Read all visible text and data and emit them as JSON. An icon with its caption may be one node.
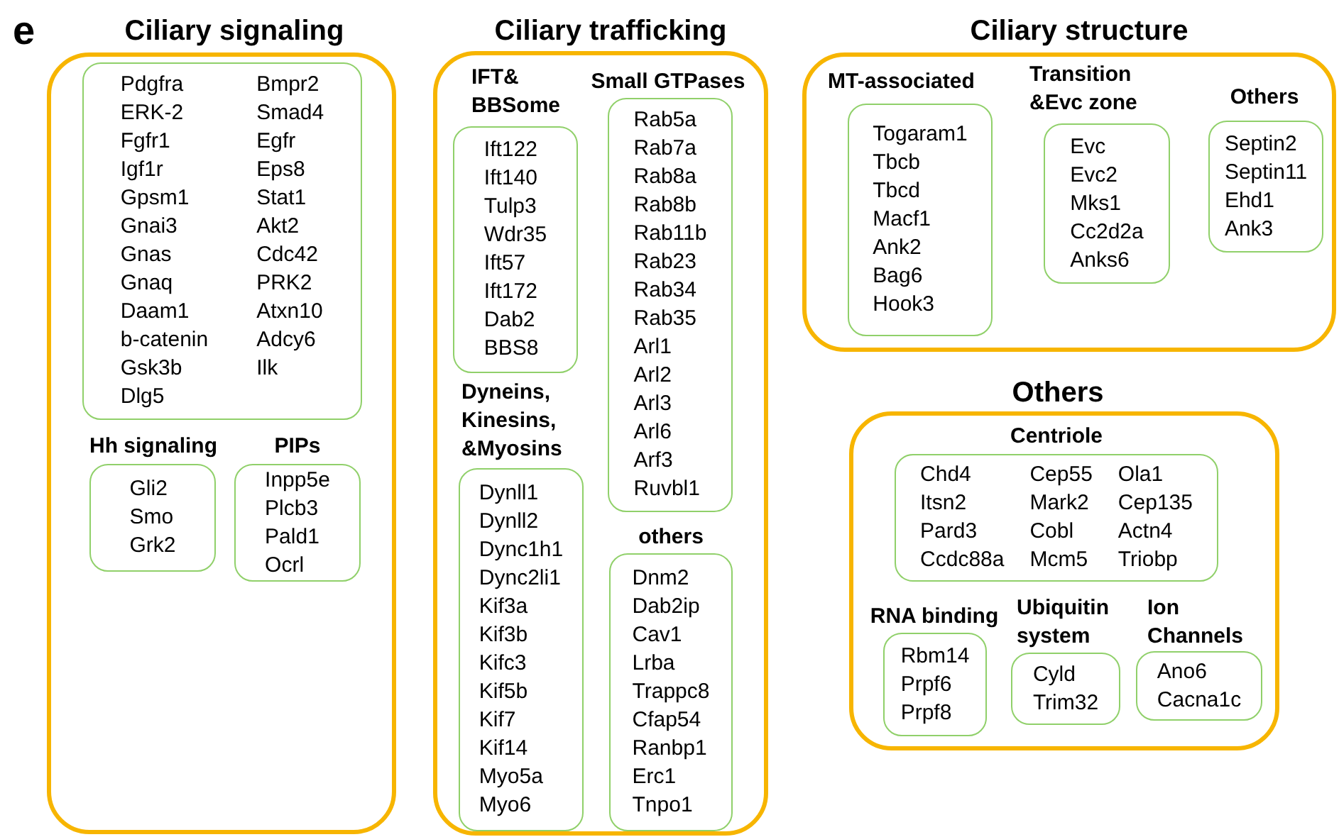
{
  "diagram": {
    "nodes": [
      {
        "text": [
          "Ciliary signaling"
        ]
      },
      {
        "text": [
          "Pdgfra",
          "ERK-2",
          "Fgfr1",
          "Igf1r",
          "Gpsm1",
          "Gnai3",
          "Gnas",
          "Gnaq",
          "Daam1",
          "b-catenin",
          "Gsk3b",
          "Dlg5",
          "Bmpr2",
          "Smad4",
          "Egfr",
          "Eps8",
          "Stat1",
          "Akt2",
          "Cdc42",
          "PRK2",
          "Atxn10",
          "Adcy6",
          "Ilk"
        ],
        "in": 0
      },
      {
        "text": [
          "Hh signaling",
          "Gli2",
          "Smo",
          "Grk2"
        ],
        "in": 0
      },
      {
        "text": [
          "PIPs",
          "Inpp5e",
          "Plcb3",
          "Pald1",
          "Ocrl"
        ],
        "in": 0
      },
      {
        "text": [
          "Ciliary trafficking"
        ]
      },
      {
        "text": [
          "IFT& BBSome",
          "Ift122",
          "Ift140",
          "Tulp3",
          "Wdr35",
          "Ift57",
          "Ift172",
          "Dab2",
          "BBS8"
        ],
        "in": 4
      },
      {
        "text": [
          "Small GTPases",
          "Rab5a",
          "Rab7a",
          "Rab8a",
          "Rab8b",
          "Rab11b",
          "Rab23",
          "Rab34",
          "Rab35",
          "Arl1",
          "Arl2",
          "Arl3",
          "Arl6",
          "Arf3",
          "Ruvbl1"
        ],
        "in": 4
      },
      {
        "text": [
          "Dyneins, Kinesins, &Myosins",
          "Dynll1",
          "Dynll2",
          "Dync1h1",
          "Dync2li1",
          "Kif3a",
          "Kif3b",
          "Kifc3",
          "Kif5b",
          "Kif7",
          "Kif14",
          "Myo5a",
          "Myo6"
        ],
        "in": 4
      },
      {
        "text": [
          "others",
          "Dnm2",
          "Dab2ip",
          "Cav1",
          "Lrba",
          "Trappc8",
          "Cfap54",
          "Ranbp1",
          "Erc1",
          "Tnpo1"
        ],
        "in": 4
      },
      {
        "text": [
          "Ciliary structure"
        ]
      },
      {
        "text": [
          "MT-associated",
          "Togaram1",
          "Tbcb",
          "Tbcd",
          "Macf1",
          "Ank2",
          "Bag6",
          "Hook3"
        ],
        "in": 9
      },
      {
        "text": [
          "Transition &Evc zone",
          "Evc",
          "Evc2",
          "Mks1",
          "Cc2d2a",
          "Anks6"
        ],
        "in": 9
      },
      {
        "text": [
          "Others",
          "Septin2",
          "Septin11",
          "Ehd1",
          "Ank3"
        ],
        "in": 9
      },
      {
        "text": [
          "Others"
        ]
      },
      {
        "text": [
          "Centriole",
          "Chd4",
          "Itsn2",
          "Pard3",
          "Ccdc88a",
          "Cep55",
          "Mark2",
          "Cobl",
          "Mcm5",
          "Ola1",
          "Cep135",
          "Actn4",
          "Triobp"
        ],
        "in": 13
      },
      {
        "text": [
          "RNA binding",
          "Rbm14",
          "Prpf6",
          "Prpf8"
        ],
        "in": 13
      },
      {
        "text": [
          "Ubiquitin system",
          "Cyld",
          "Trim32"
        ],
        "in": 13
      },
      {
        "text": [
          "Ion Channels",
          "Ano6",
          "Cacna1c"
        ],
        "in": 13
      }
    ],
    "labels": [
      "e"
    ]
  }
}
